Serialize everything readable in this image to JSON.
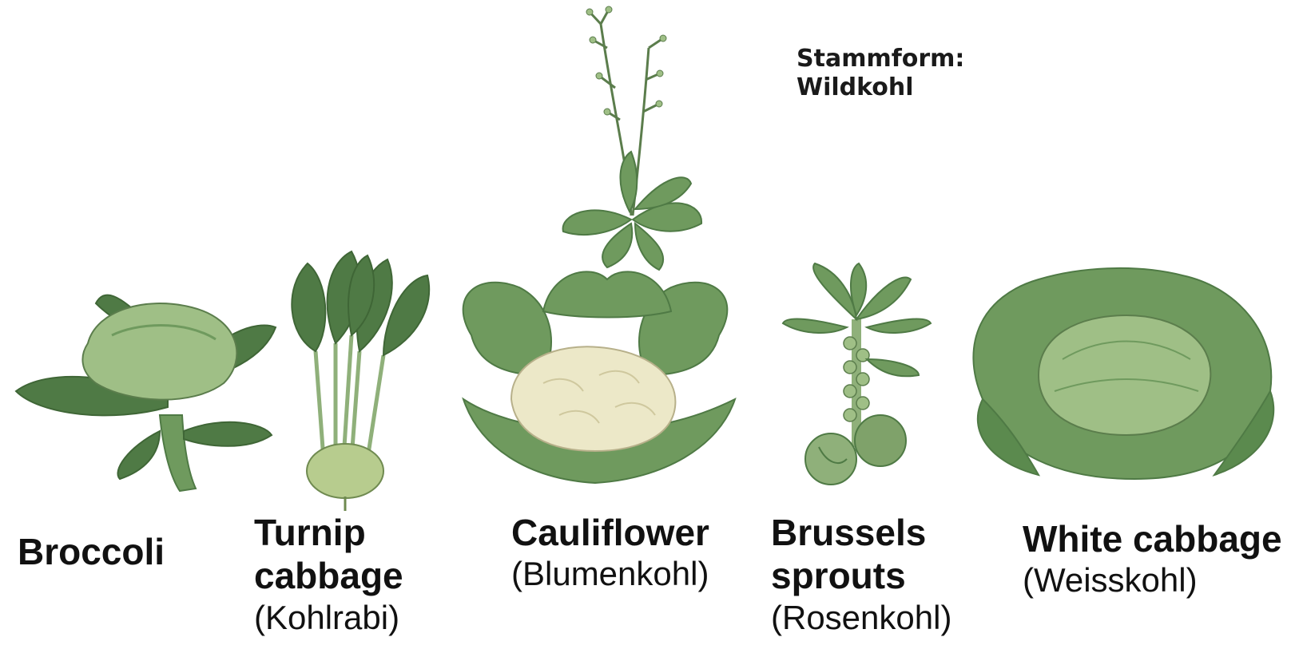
{
  "wild_form": {
    "line1": "Stammform:",
    "line2": "Wildkohl"
  },
  "vegetables": [
    {
      "name": "Broccoli",
      "subtitle": ""
    },
    {
      "name_line1": "Turnip",
      "name_line2": "cabbage",
      "subtitle": "(Kohlrabi)"
    },
    {
      "name": "Cauliflower",
      "subtitle": "(Blumenkohl)"
    },
    {
      "name_line1": "Brussels",
      "name_line2": "sprouts",
      "subtitle": "(Rosenkohl)"
    },
    {
      "name": "White cabbage",
      "subtitle": "(Weisskohl)"
    }
  ],
  "colors": {
    "leaf_dark": "#4f7a45",
    "leaf_mid": "#6f9a5e",
    "leaf_light": "#9fbf86",
    "curd": "#ece8c8",
    "stem": "#8fb07a",
    "text": "#111111"
  }
}
